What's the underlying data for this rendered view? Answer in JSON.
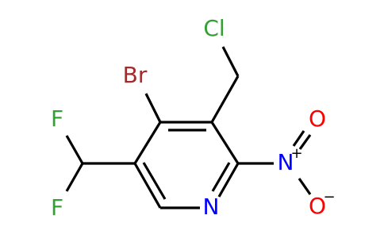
{
  "molecule": {
    "atoms": {
      "br": "Br",
      "cl": "Cl",
      "f_top": "F",
      "f_bottom": "F",
      "n_ring": "N",
      "n_nitro": "N",
      "o_top": "O",
      "o_bottom": "O",
      "n_nitro_charge": "+",
      "o_bottom_charge": "−"
    },
    "colors": {
      "bond": "#000000",
      "bromine": "#a52a2a",
      "chlorine": "#33a033",
      "fluorine": "#33a033",
      "nitrogen": "#0000ff",
      "oxygen": "#ff0000",
      "charge": "#000000"
    }
  }
}
